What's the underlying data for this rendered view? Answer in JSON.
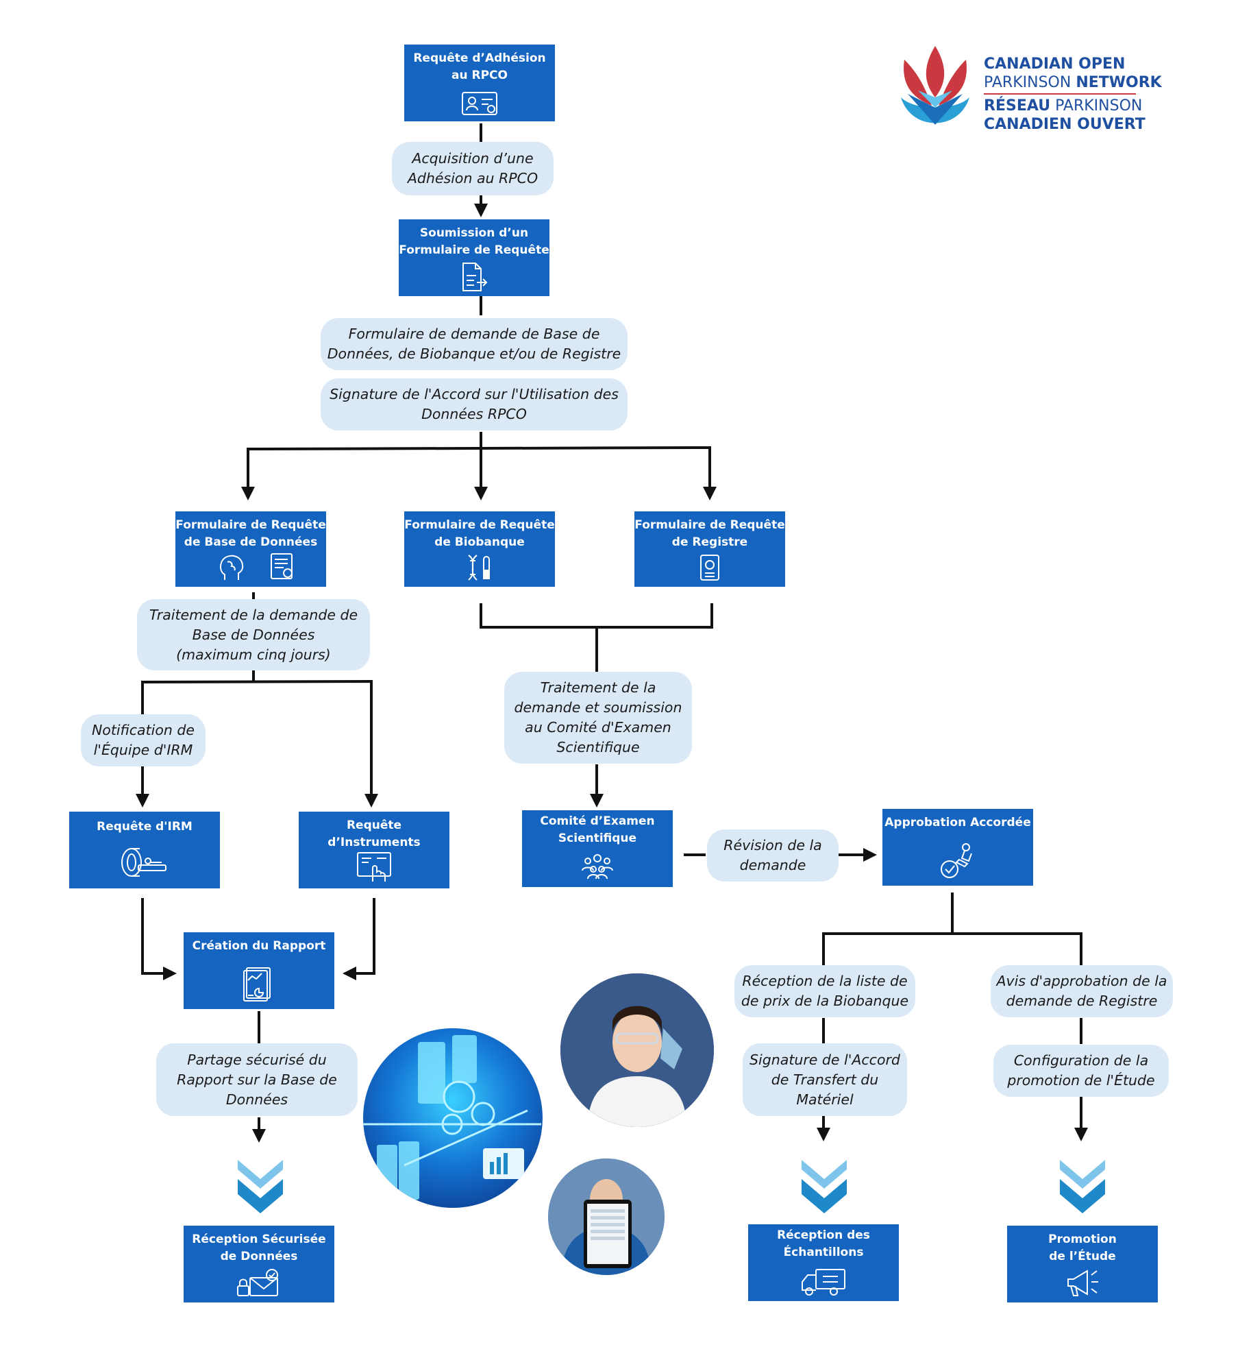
{
  "logo": {
    "line1": "CANADIAN OPEN",
    "line2a": "PARKINSON",
    "line2b": "NETWORK",
    "line3a": "RÉSEAU",
    "line3b": "PARKINSON",
    "line4": "CANADIEN OUVERT"
  },
  "boxes": {
    "adhesion": "Requête d’Adhésion\nau RPCO",
    "soumission": "Soumission d’un\nFormulaire de Requête",
    "bd": "Formulaire de Requête\nde Base de Données",
    "biobanque": "Formulaire de Requête\nde Biobanque",
    "registre": "Formulaire de Requête\nde Registre",
    "irm": "Requête d'IRM",
    "instruments": "Requête\nd’Instruments",
    "comite": "Comité d’Examen\nScientifique",
    "approbation": "Approbation Accordée",
    "rapport": "Création du Rapport",
    "reception_donnees": "Réception Sécurisée\nde Données",
    "reception_echantillons": "Réception des\nÉchantillons",
    "promotion": "Promotion\nde l’Étude"
  },
  "pills": {
    "acquisition": "Acquisition d’une\nAdhésion au RPCO",
    "formulaire_demande": "Formulaire de demande de Base de\nDonnées, de Biobanque et/ou de Registre",
    "signature_accord": "Signature de l'Accord sur l'Utilisation des\nDonnées RPCO",
    "traitement_bd": "Traitement de la demande de\nBase de Données\n(maximum cinq jours)",
    "notification_irm": "Notification de\nl'Équipe d'IRM",
    "traitement_comite": "Traitement de la\ndemande et soumission\nau Comité d'Examen\nScientifique",
    "revision": "Révision de la\ndemande",
    "partage": "Partage sécurisé du\nRapport sur la Base de\nDonnées",
    "liste_prix": "Réception de la liste de\nde prix de la Biobanque",
    "avis_registre": "Avis d'approbation de la\ndemande de Registre",
    "signature_transfert": "Signature de l'Accord\nde Transfert du\nMatériel",
    "configuration": "Configuration de la\npromotion de l'Étude"
  },
  "icons": {
    "adhesion": "id-card-icon",
    "soumission": "document-arrow-icon",
    "bd_brain": "brain-icon",
    "bd_doc": "document-icon",
    "biobanque": "dna-tube-icon",
    "registre": "registry-card-icon",
    "irm": "mri-scanner-icon",
    "instruments": "touch-screen-icon",
    "comite": "team-icon",
    "approbation": "stamp-icon",
    "rapport": "report-chart-icon",
    "reception_donnees": "secure-mail-icon",
    "reception_echantillons": "delivery-truck-icon",
    "promotion": "megaphone-icon"
  },
  "colors": {
    "box": "#1565c0",
    "pill": "#dbe9f6",
    "chevron": "#1e88c9",
    "logo_red": "#c9393f",
    "logo_blue": "#1f4fa0"
  }
}
